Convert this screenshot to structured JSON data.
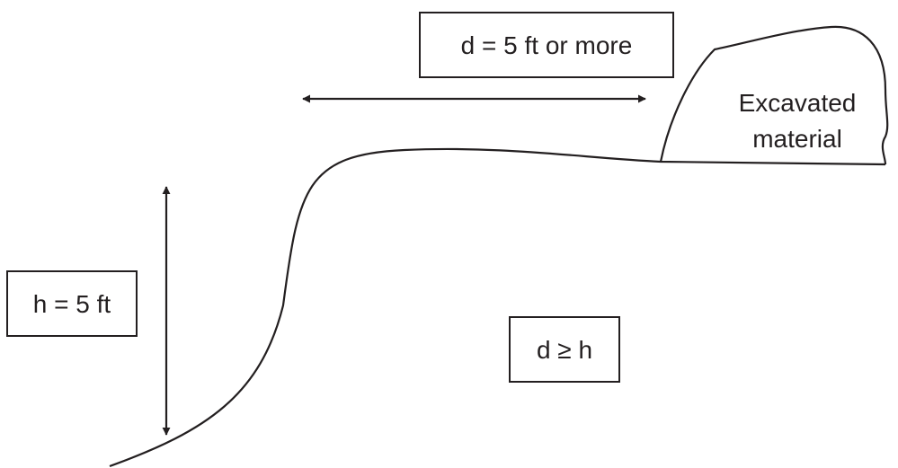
{
  "labels": {
    "distance_box": "d = 5 ft or more",
    "height_box": "h = 5 ft",
    "relation_box": "d ≥ h",
    "spoil_line1": "Excavated",
    "spoil_line2": "material"
  },
  "colors": {
    "stroke": "#231f20",
    "background": "#ffffff"
  }
}
